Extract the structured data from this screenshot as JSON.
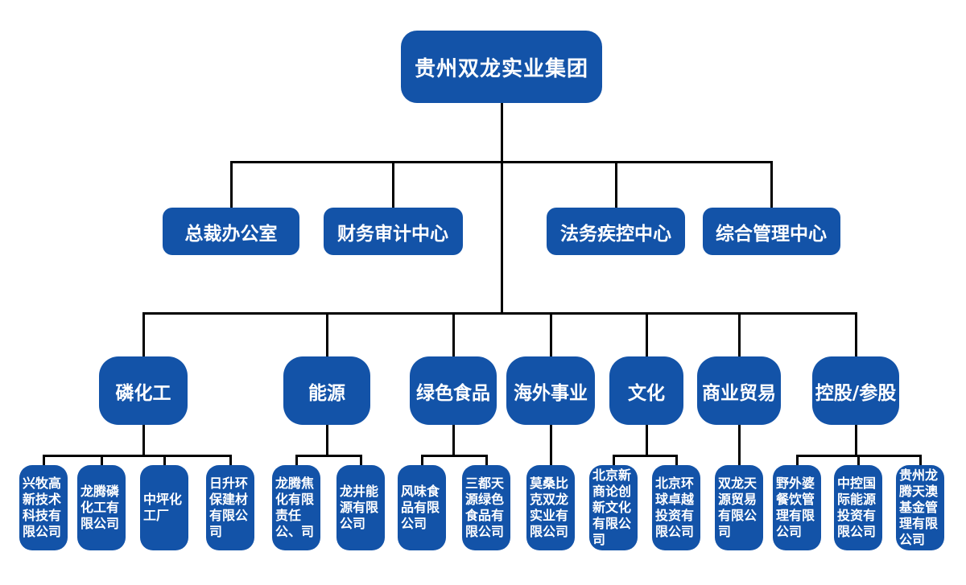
{
  "chart": {
    "colors": {
      "node_fill": "#1353A8",
      "node_text": "#ffffff",
      "connector": "#000000",
      "background": "#ffffff"
    },
    "root": {
      "label": "贵州双龙实业集团"
    },
    "departments": [
      {
        "label": "总裁办公室"
      },
      {
        "label": "财务审计中心"
      },
      {
        "label": "法务疾控中心"
      },
      {
        "label": "综合管理中心"
      }
    ],
    "divisions": [
      {
        "label": "磷化工",
        "subsidiaries": [
          {
            "label": "兴牧高新技术科技有限公司"
          },
          {
            "label": "龙腾磷化工有限公司"
          },
          {
            "label": "中坪化工厂"
          },
          {
            "label": "日升环保建材有限公司"
          }
        ]
      },
      {
        "label": "能源",
        "subsidiaries": [
          {
            "label": "龙腾焦化有限责任公、司"
          },
          {
            "label": "龙井能源有限公司"
          }
        ]
      },
      {
        "label": "绿色食品",
        "subsidiaries": [
          {
            "label": "风味食品有限公司"
          },
          {
            "label": "三都天源绿色食品有限公司"
          }
        ]
      },
      {
        "label": "海外事业",
        "subsidiaries": [
          {
            "label": "莫桑比克双龙实业有限公司"
          }
        ]
      },
      {
        "label": "文化",
        "subsidiaries": [
          {
            "label": "北京新商论创新文化有限公司"
          },
          {
            "label": "北京环球卓越投资有限公司"
          }
        ]
      },
      {
        "label": "商业贸易",
        "subsidiaries": [
          {
            "label": "双龙天源贸易有限公司"
          }
        ]
      },
      {
        "label": "控股/参股",
        "subsidiaries": [
          {
            "label": "野外婆餐饮管理有限公司"
          },
          {
            "label": "中控国际能源投资有限公司"
          },
          {
            "label": "贵州龙腾天澳基金管理有限公司"
          }
        ]
      }
    ]
  }
}
